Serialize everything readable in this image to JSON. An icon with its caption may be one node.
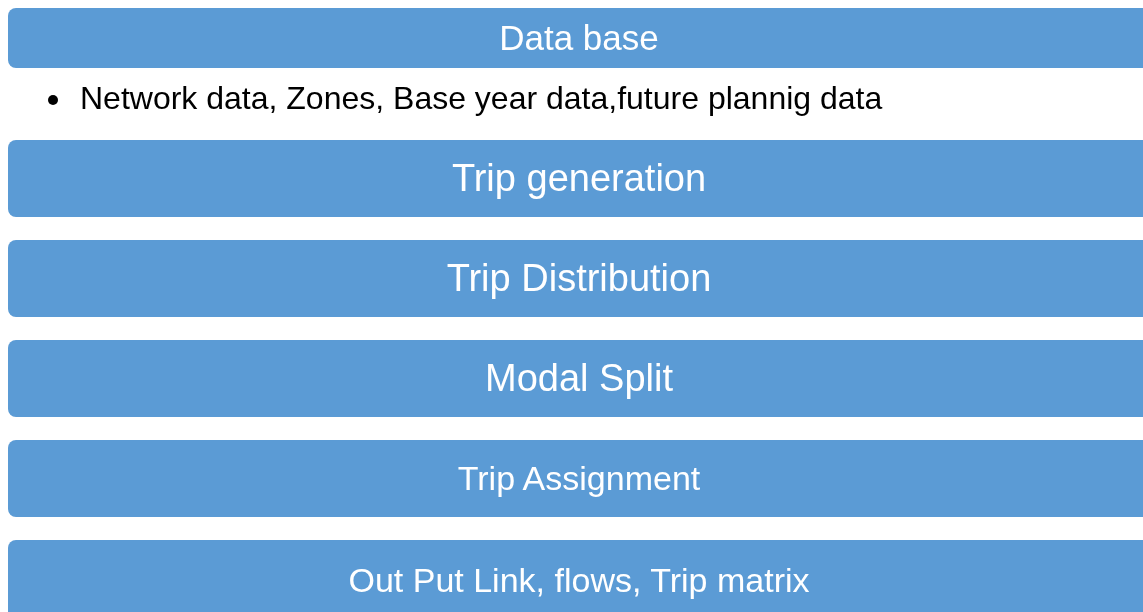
{
  "diagram": {
    "nodes": [
      {
        "text": [
          "Data base"
        ],
        "beside": [
          "Network data, Zones, Base year data,future plannig data"
        ]
      },
      {
        "text": [
          "Trip generation"
        ]
      },
      {
        "text": [
          "Trip Distribution"
        ]
      },
      {
        "text": [
          "Modal Split"
        ]
      },
      {
        "text": [
          "Trip Assignment"
        ]
      },
      {
        "text": [
          "Out Put Link, flows, Trip matrix"
        ]
      }
    ]
  }
}
